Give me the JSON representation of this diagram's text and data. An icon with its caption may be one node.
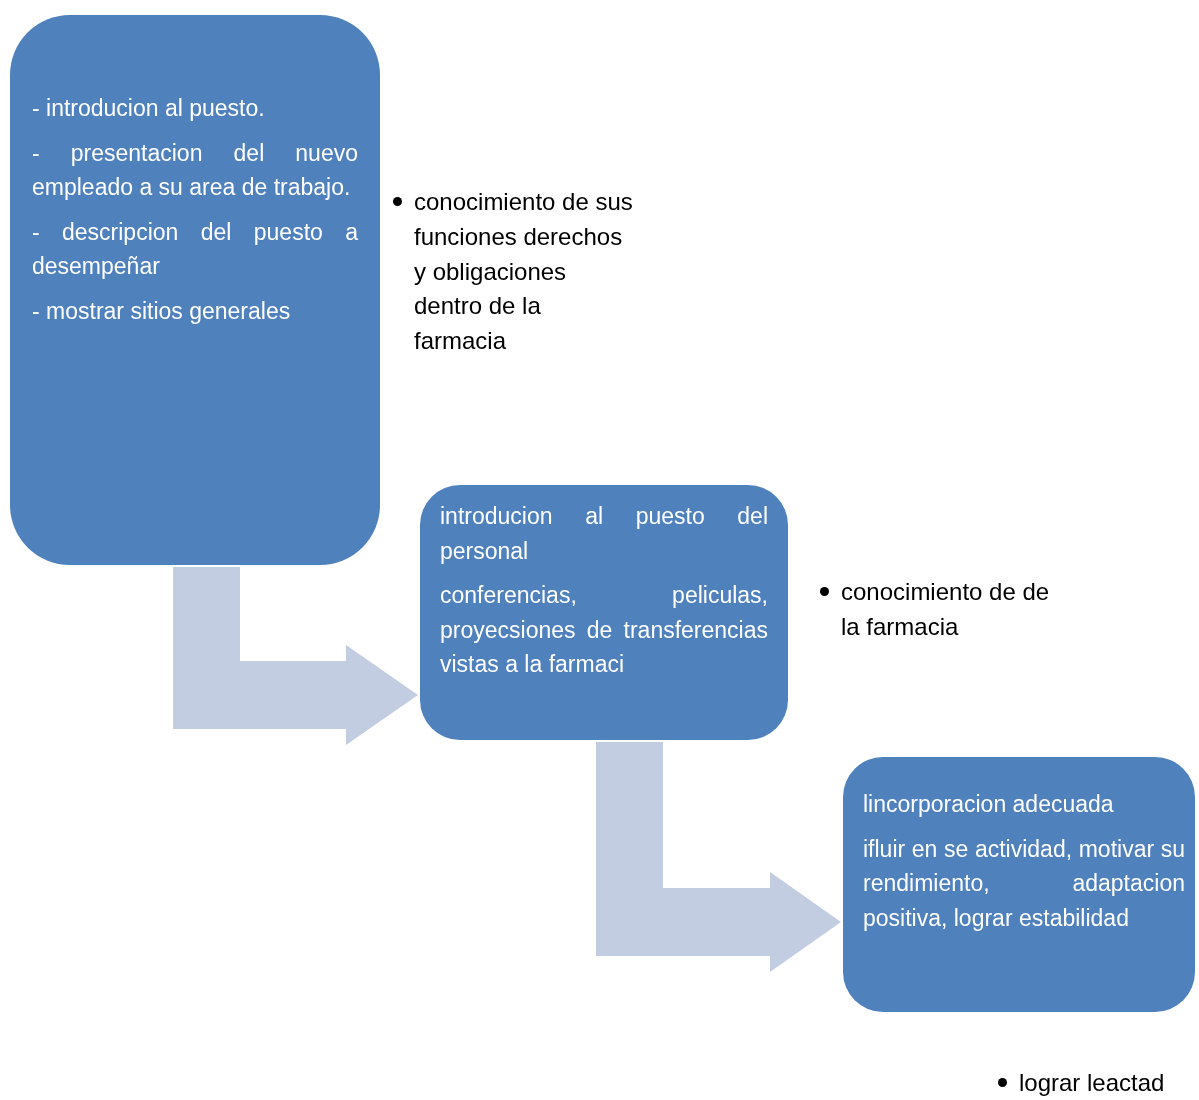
{
  "diagram": {
    "nodes": [
      {
        "text": [
          "- introducion al puesto.",
          "- presentacion del nuevo empleado a su area de trabajo.",
          "- descripcion del puesto a desempeñar",
          "- mostrar sitios generales"
        ],
        "beside": [
          "conocimiento de sus funciones derechos y obligaciones dentro de la farmacia"
        ]
      },
      {
        "text": [
          "introducion al puesto del personal",
          "conferencias, peliculas, proyecsiones de transferencias vistas a la farmaci"
        ],
        "beside": [
          "conocimiento de de la farmacia"
        ]
      },
      {
        "text": [
          "lincorporacion adecuada",
          "ifluir en se actividad, motivar su rendimiento, adaptacion positiva, lograr estabilidad"
        ],
        "beside": [
          "lograr leactad"
        ]
      }
    ],
    "edges": [
      {
        "from": 0,
        "to": 1,
        "arrow": "to",
        "style": "thick",
        "color": "#c3cde2"
      },
      {
        "from": 1,
        "to": 2,
        "arrow": "to",
        "style": "thick",
        "color": "#c3cde2"
      }
    ]
  }
}
